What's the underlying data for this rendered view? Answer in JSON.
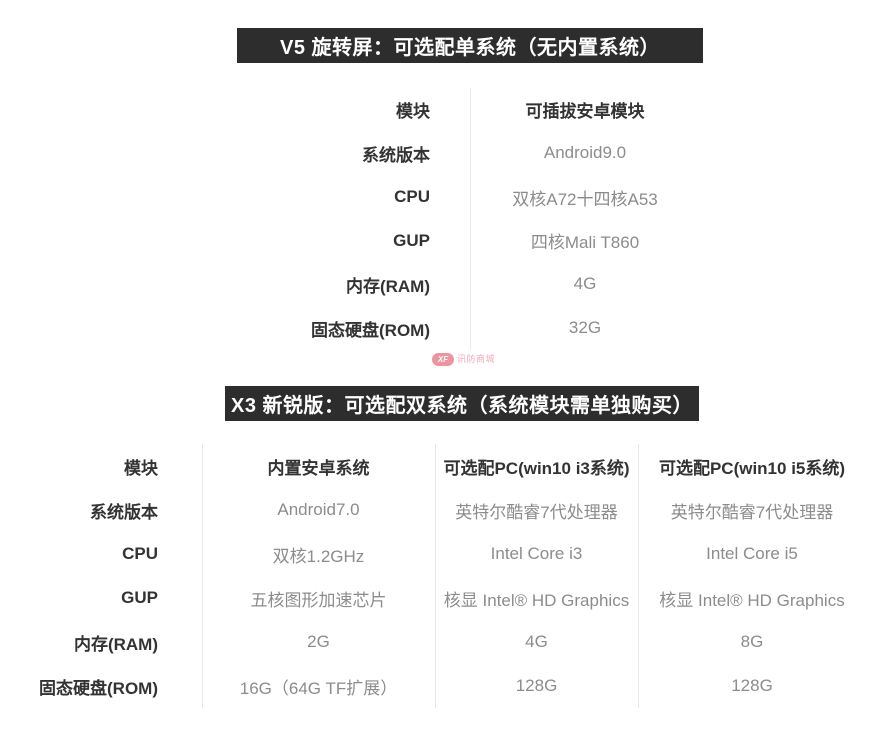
{
  "colors": {
    "banner_bg": "#2d2d2d",
    "banner_text": "#ffffff",
    "label_text": "#333333",
    "value_text": "#8c8c8c",
    "divider": "#e8e8e8",
    "watermark_pink": "#ee93a0",
    "watermark_light": "#f3aab4"
  },
  "sections": {
    "v5": {
      "header": "V5 旋转屏：可选配单系统（无内置系统）",
      "rows": [
        {
          "label": "模块",
          "value": "可插拔安卓模块"
        },
        {
          "label": "系统版本",
          "value": "Android9.0"
        },
        {
          "label": "CPU",
          "value": "双核A72十四核A53"
        },
        {
          "label": "GUP",
          "value": "四核Mali T860"
        },
        {
          "label": "内存(RAM)",
          "value": "4G"
        },
        {
          "label": "固态硬盘(ROM)",
          "value": "32G"
        }
      ]
    },
    "x3": {
      "header": "X3 新锐版：可选配双系统（系统模块需单独购买）",
      "rows": [
        {
          "label": "模块",
          "android": "内置安卓系统",
          "i3": "可选配PC(win10 i3系统)",
          "i5": "可选配PC(win10 i5系统)"
        },
        {
          "label": "系统版本",
          "android": "Android7.0",
          "i3": "英特尔酷睿7代处理器",
          "i5": "英特尔酷睿7代处理器"
        },
        {
          "label": "CPU",
          "android": "双核1.2GHz",
          "i3": "Intel Core i3",
          "i5": "Intel Core i5"
        },
        {
          "label": "GUP",
          "android": "五核图形加速芯片",
          "i3": "核显 Intel® HD Graphics",
          "i5": "核显 Intel® HD Graphics"
        },
        {
          "label": "内存(RAM)",
          "android": "2G",
          "i3": "4G",
          "i5": "8G"
        },
        {
          "label": "固态硬盘(ROM)",
          "android": "16G（64G TF扩展）",
          "i3": "128G",
          "i5": "128G"
        }
      ]
    }
  },
  "watermark": {
    "badge": "XF",
    "text": "讯防商城"
  }
}
